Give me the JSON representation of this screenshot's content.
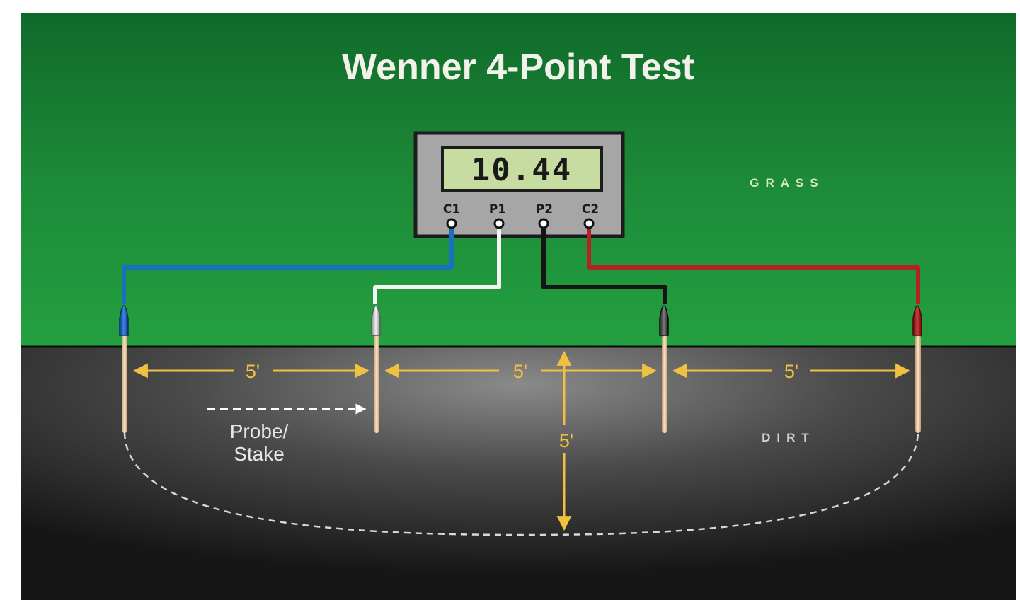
{
  "title": "Wenner 4-Point Test",
  "meter": {
    "reading": "10.44",
    "terminals": [
      "C1",
      "P1",
      "P2",
      "C2"
    ]
  },
  "regions": {
    "grass": "GRASS",
    "dirt": "DIRT"
  },
  "spacing": {
    "span_1": "5'",
    "span_2": "5'",
    "span_3": "5'",
    "depth": "5'"
  },
  "probe_caption": {
    "line_1": "Probe/",
    "line_2": "Stake"
  },
  "colors": {
    "grass": "#1f8a3a",
    "dirt": "#3a3a3a",
    "dimension": "#f0c040",
    "lead_c1": "#1a6fc0",
    "lead_p1": "#f4f4f4",
    "lead_p2": "#151515",
    "lead_c2": "#b52222",
    "probe_rod": "#f3cfa6"
  }
}
